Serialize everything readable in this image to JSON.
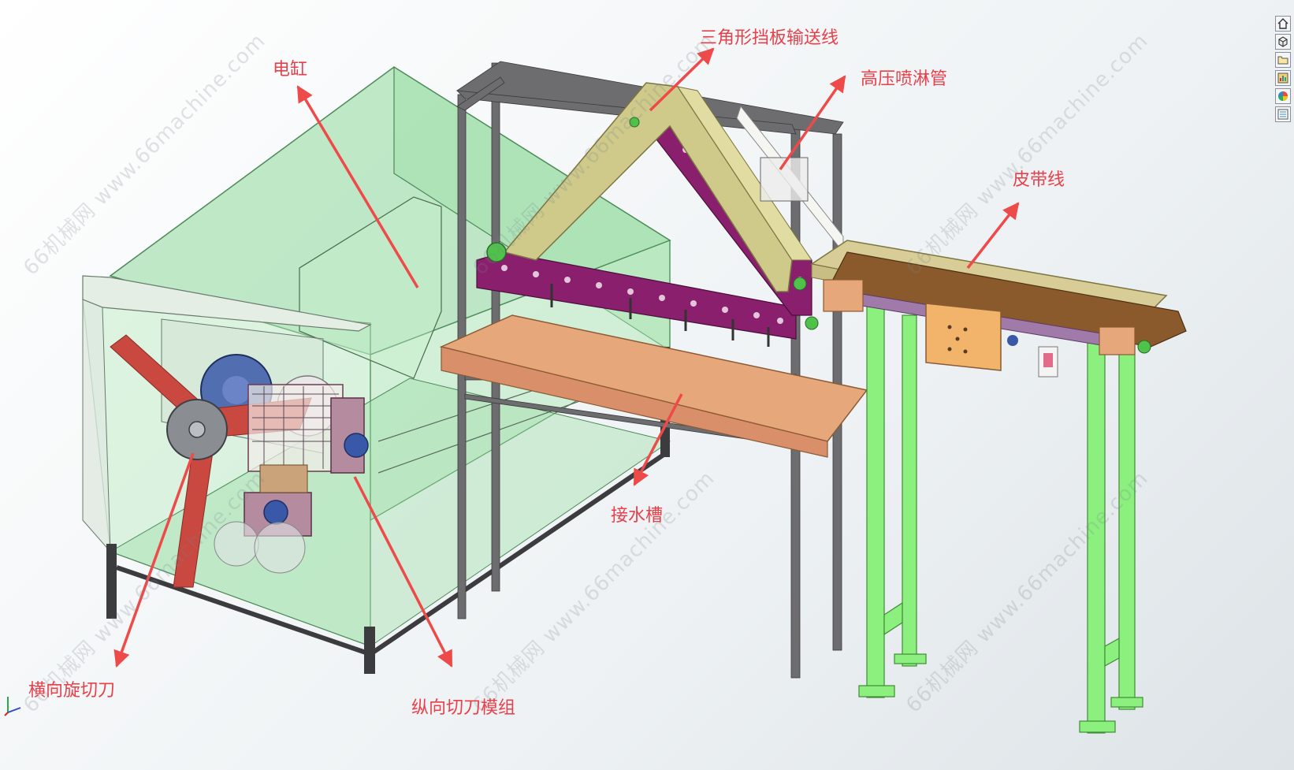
{
  "labels": {
    "electric_cylinder": "电缸",
    "triangle_baffle_conveyor": "三角形挡板输送线",
    "high_pressure_spray_pipe": "高压喷淋管",
    "belt_line": "皮带线",
    "water_trough": "接水槽",
    "transverse_rotary_cutter": "横向旋切刀",
    "longitudinal_cutter_module": "纵向切刀模组"
  },
  "watermark_text": "66机械网 www.66machine.com",
  "colors": {
    "label_red": "#e8404a",
    "arrow_red": "#ee4a4a",
    "tank_green": "#8fd99c",
    "frame_gray": "#6d6d70",
    "stand_green": "#8cf07e",
    "conveyor_tan": "#cfc98a",
    "slat_purple": "#8a1f6e",
    "trough_orange": "#e6a77a",
    "belt_brown": "#8a5a2c",
    "blade_red": "#c9483f",
    "motor_blue": "#3a58a8"
  },
  "toolbar": {
    "icons": [
      "home-icon",
      "cube-icon",
      "folder-icon",
      "chart-icon",
      "appearance-icon",
      "list-icon"
    ]
  }
}
